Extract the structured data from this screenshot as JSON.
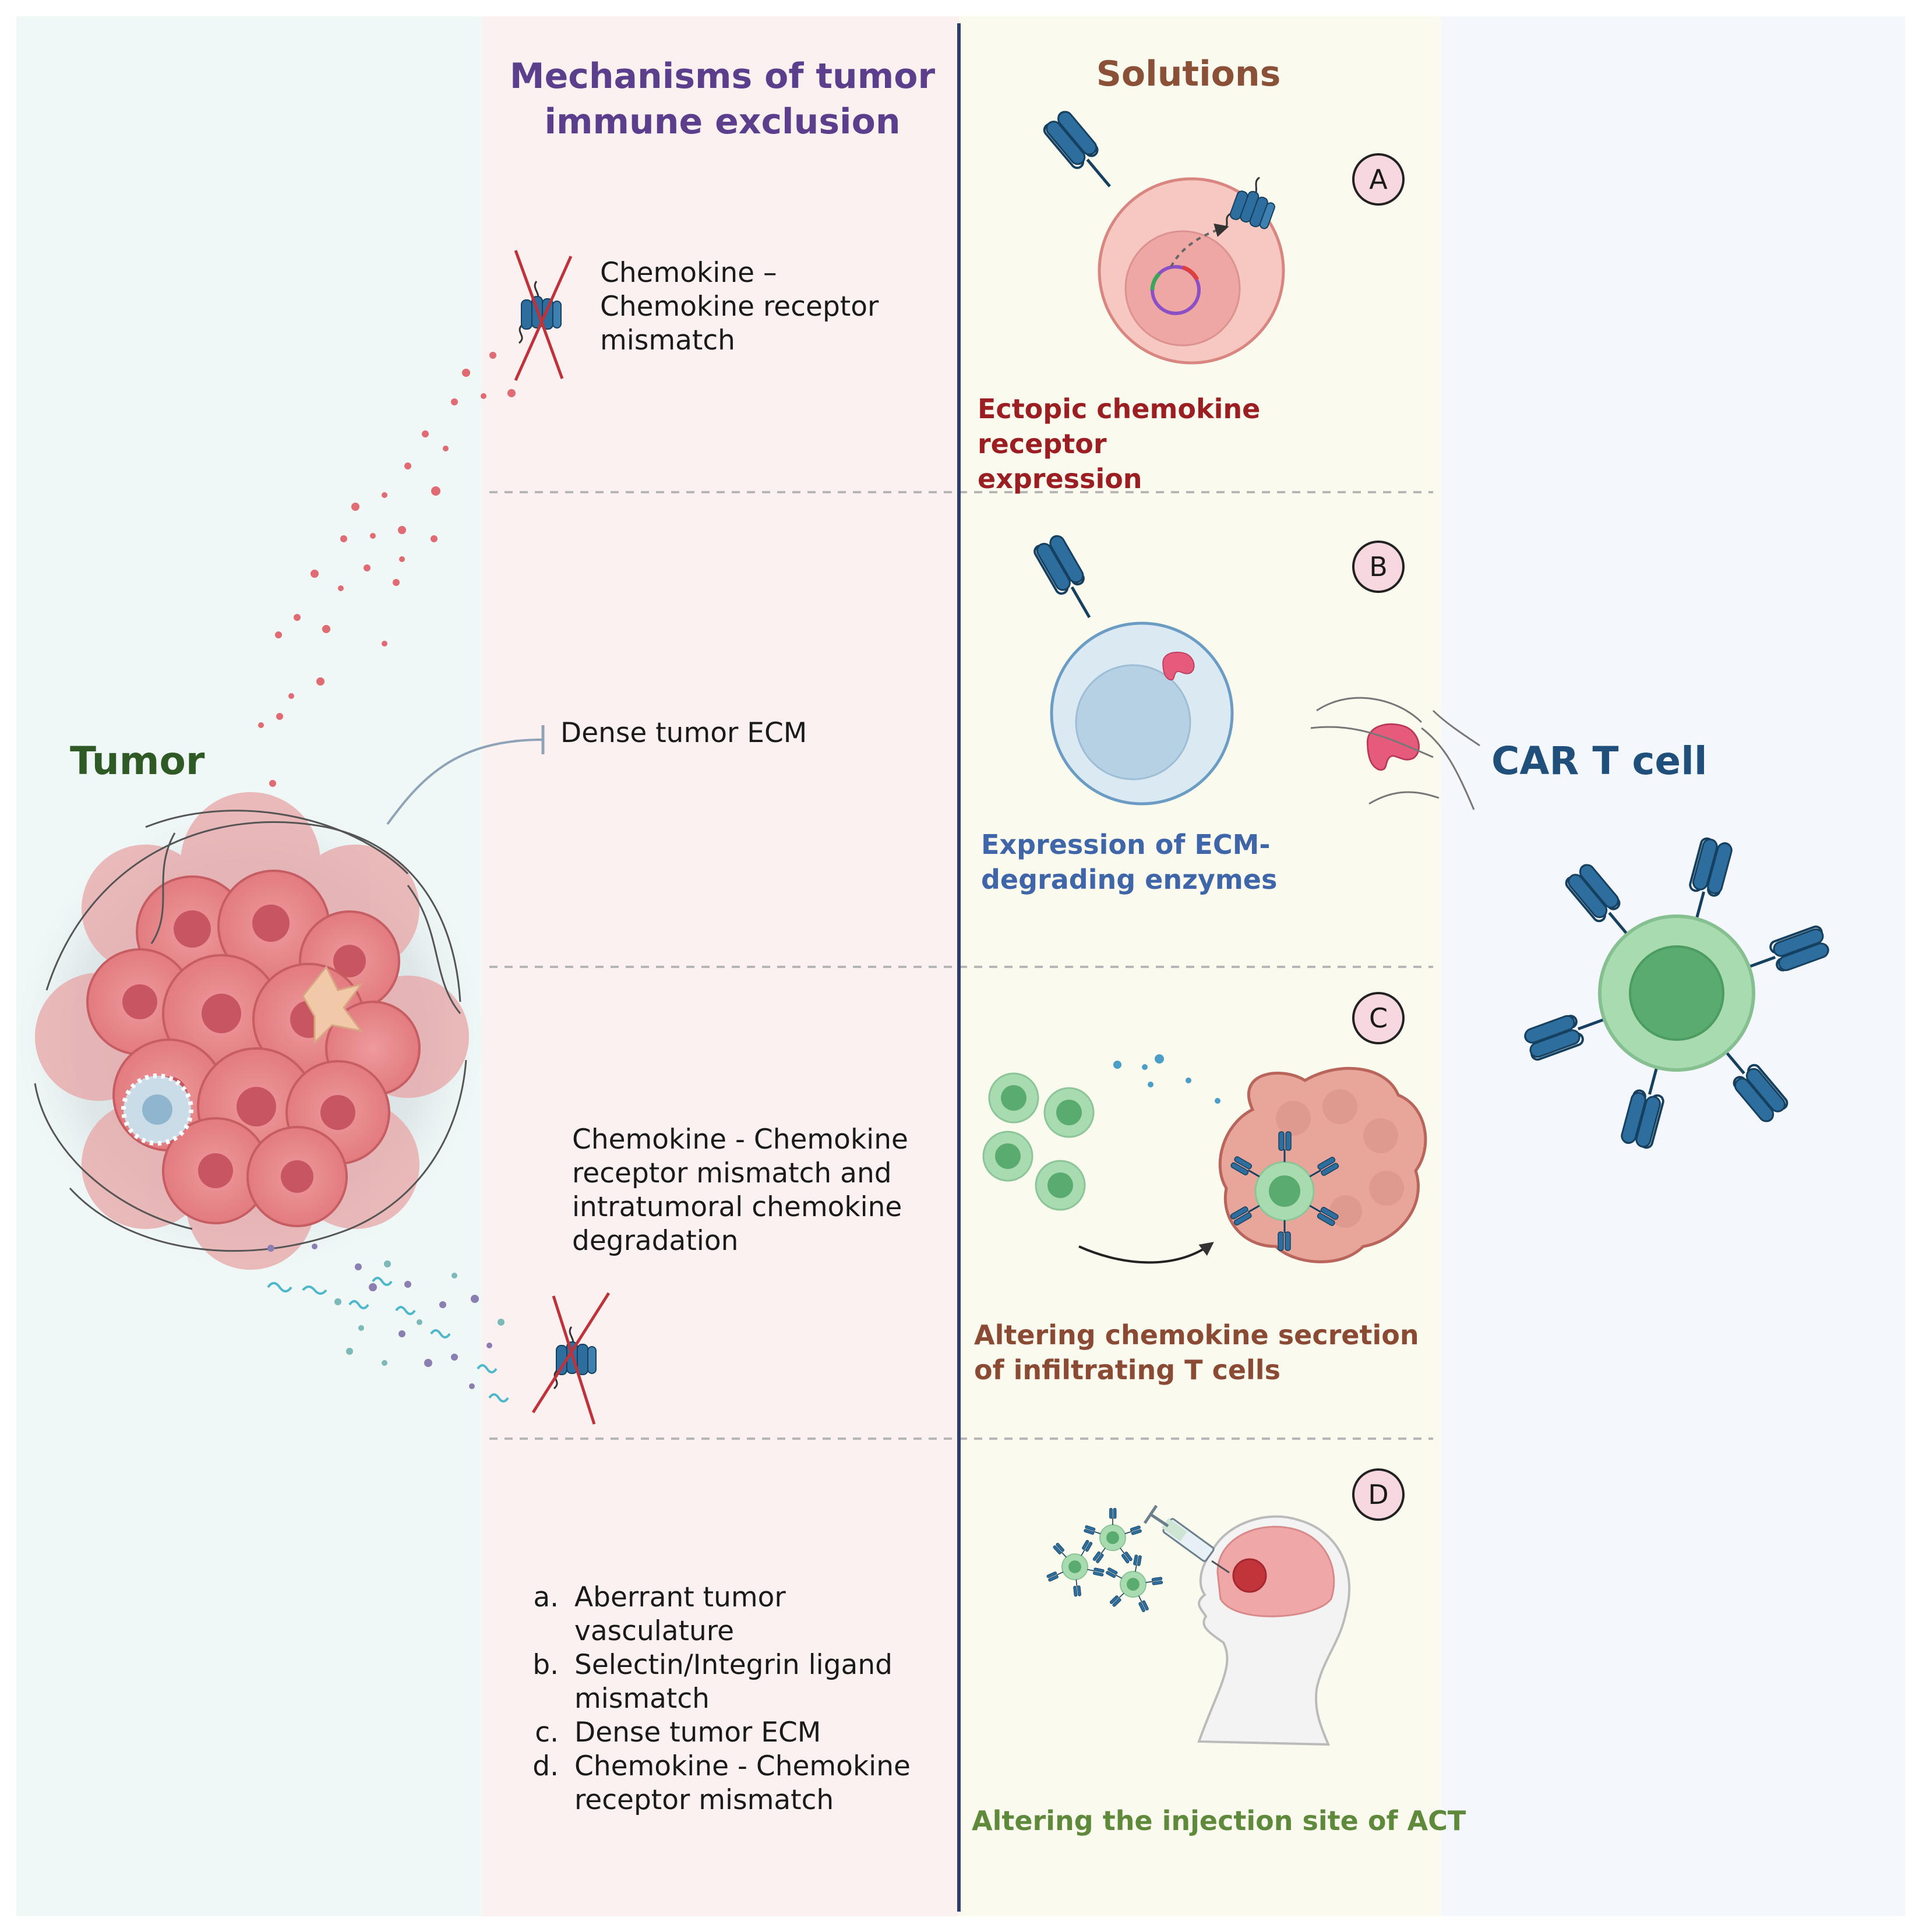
{
  "headings": {
    "mechanisms": "Mechanisms of tumor immune exclusion",
    "solutions": "Solutions"
  },
  "labels": {
    "tumor": "Tumor",
    "car_t_cell": "CAR T cell"
  },
  "mechanisms": {
    "chemokine_mismatch": "Chemokine – Chemokine receptor mismatch",
    "dense_ecm": "Dense tumor ECM",
    "mismatch_and_degradation": "Chemokine - Chemokine receptor mismatch and intratumoral chemokine degradation",
    "list": [
      "Aberrant tumor vasculature",
      "Selectin/Integrin ligand mismatch",
      "Dense tumor ECM",
      "Chemokine - Chemokine receptor mismatch"
    ]
  },
  "solutions": [
    {
      "letter": "A",
      "text": "Ectopic chemokine receptor expression",
      "color": "#9a1e22"
    },
    {
      "letter": "B",
      "text": "Expression of ECM-degrading enzymes",
      "color": "#3f66a8"
    },
    {
      "letter": "C",
      "text": "Altering chemokine secretion of infiltrating T cells",
      "color": "#8a4a34"
    },
    {
      "letter": "D",
      "text": "Altering the injection site of ACT",
      "color": "#5f8a3c"
    }
  ],
  "colors": {
    "tumor_label": "#2f5a26",
    "mechanisms_heading": "#5b3f8c",
    "solutions_heading": "#8a5038",
    "car_t_label": "#1f4f7a",
    "divider": "#2c3e6e"
  },
  "icons": [
    "tumor-mass-icon",
    "chemokine-receptor-icon",
    "car-t-cell-icon",
    "brain-head-icon",
    "syringe-icon"
  ]
}
